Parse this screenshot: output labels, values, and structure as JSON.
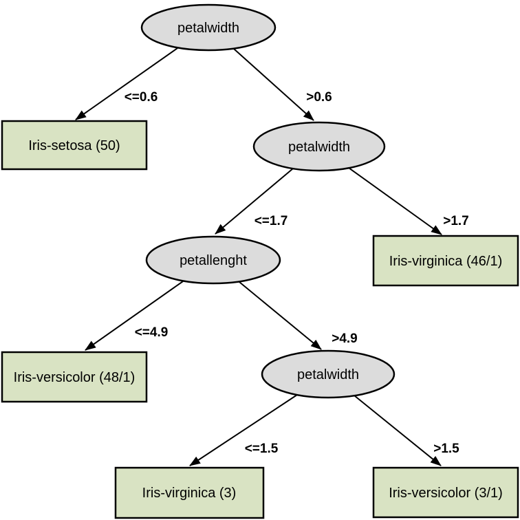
{
  "diagram_type": "decision-tree",
  "colors": {
    "background": "#ffffff",
    "decision_node_fill": "#dcdcdc",
    "leaf_node_fill": "#d9e3c3",
    "stroke": "#000000"
  },
  "tree": {
    "nodes": [
      {
        "label": "petalwidth"
      },
      {
        "label": "petalwidth"
      },
      {
        "label": "petallenght"
      },
      {
        "label": "petalwidth"
      }
    ],
    "leaves": [
      {
        "label": "Iris-setosa (50)"
      },
      {
        "label": "Iris-virginica (46/1)"
      },
      {
        "label": "Iris-versicolor (48/1)"
      },
      {
        "label": "Iris-virginica (3)"
      },
      {
        "label": "Iris-versicolor (3/1)"
      }
    ],
    "edges": [
      {
        "from": "petalwidth-root",
        "to": "Iris-setosa (50)",
        "label": "<=0.6"
      },
      {
        "from": "petalwidth-root",
        "to": "petalwidth-2",
        "label": ">0.6"
      },
      {
        "from": "petalwidth-2",
        "to": "petallenght",
        "label": "<=1.7"
      },
      {
        "from": "petalwidth-2",
        "to": "Iris-virginica (46/1)",
        "label": ">1.7"
      },
      {
        "from": "petallenght",
        "to": "Iris-versicolor (48/1)",
        "label": "<=4.9"
      },
      {
        "from": "petallenght",
        "to": "petalwidth-4",
        "label": ">4.9"
      },
      {
        "from": "petalwidth-4",
        "to": "Iris-virginica (3)",
        "label": "<=1.5"
      },
      {
        "from": "petalwidth-4",
        "to": "Iris-versicolor (3/1)",
        "label": ">1.5"
      }
    ]
  }
}
